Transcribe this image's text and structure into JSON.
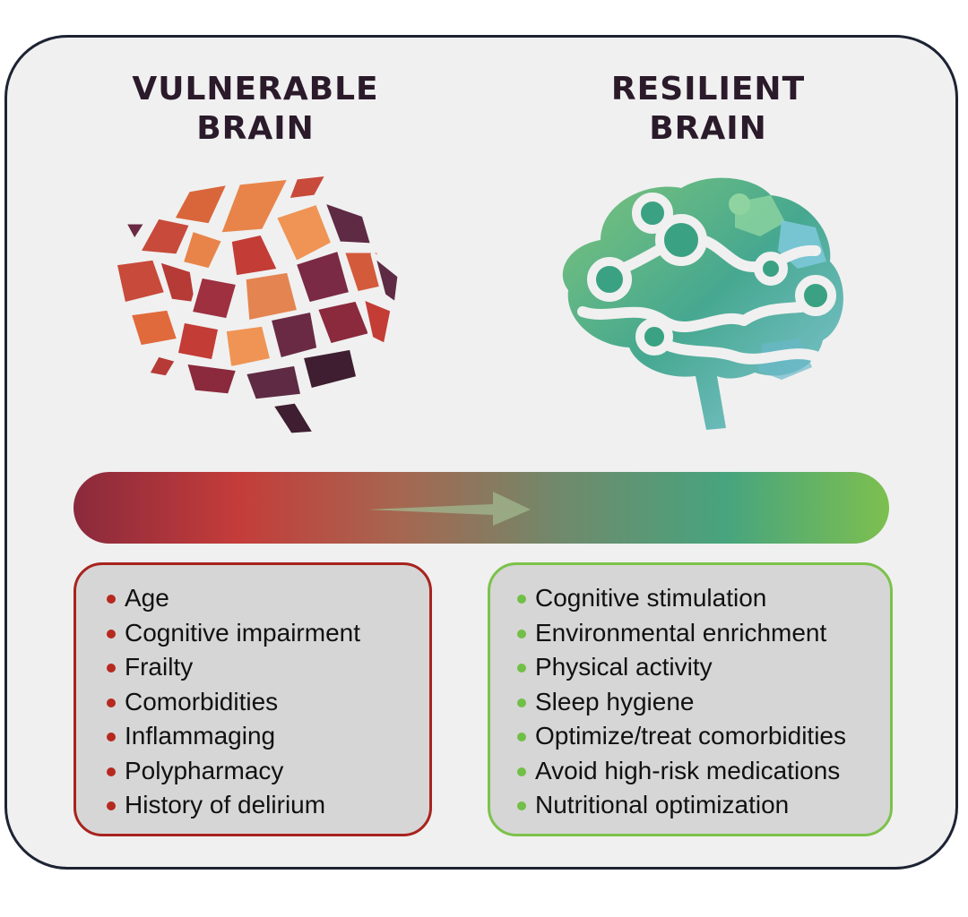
{
  "left_panel": {
    "heading_line1": "VULNERABLE",
    "heading_line2": "BRAIN",
    "brain_icon": "fragmented-brain-icon",
    "border_color": "#a8231e",
    "bullet_color": "#b6291f",
    "items": [
      "Age",
      "Cognitive impairment",
      "Frailty",
      "Comorbidities",
      "Inflammaging",
      "Polypharmacy",
      "History of delirium"
    ]
  },
  "right_panel": {
    "heading_line1": "RESILIENT",
    "heading_line2": "BRAIN",
    "brain_icon": "connected-brain-icon",
    "border_color": "#7cc24a",
    "bullet_color": "#72bf47",
    "items": [
      "Cognitive stimulation",
      "Environmental enrichment",
      "Physical activity",
      "Sleep hygiene",
      "Optimize/treat comorbidities",
      "Avoid high-risk medications",
      "Nutritional optimization"
    ]
  },
  "transition_bar": {
    "icon": "right-arrow-icon",
    "gradient_colors": [
      "#8a2a3c",
      "#c43c3a",
      "#a66650",
      "#6f8a6c",
      "#47a47e",
      "#7dbf4f"
    ]
  }
}
